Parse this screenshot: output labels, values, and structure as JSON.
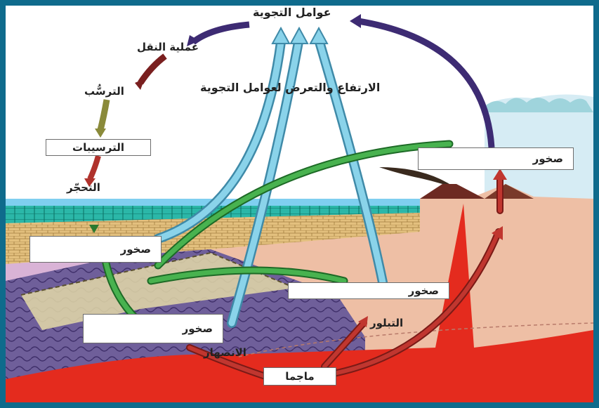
{
  "labels": {
    "weathering_agents": "عوامل التجوية",
    "transport": "عملية النقل",
    "deposition": "الترسُّب",
    "sediments": "الترسيبات",
    "lithification": "التحجّر",
    "uplift_exposure": "الارتفاع والتعرض لعوامل التجوية",
    "rocks_igneous": "صخور",
    "rocks_sedimentary": "صخور",
    "rocks_metamorphic_mid": "صخور",
    "rocks_metamorphic_low": "صخور",
    "crystallization": "التبلور",
    "melting": "الانصهار",
    "magma": "ماجما"
  },
  "colors": {
    "frame": "#0f6b8c",
    "weathering_arrow": "#3d2b73",
    "transport_arrow": "#7a1f1f",
    "deposition_arrow": "#8a8a3a",
    "lithification_arrow": "#b0322c",
    "uplift_arrows": "#76c4dc",
    "metamorphism_arrows": "#3a9a3f",
    "magma_arrows": "#a62a26",
    "magma": "#e42b1e",
    "mantle": "#eebfa5"
  }
}
